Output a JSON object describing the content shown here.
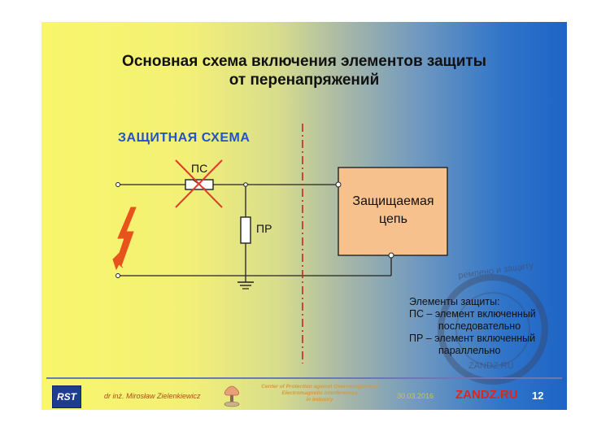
{
  "slide": {
    "title_line1": "Основная схема включения элементов защиты",
    "title_line2": "от перенапряжений",
    "scheme_label": "ЗАЩИТНАЯ  СХЕМА",
    "series_element_label": "ПС",
    "parallel_element_label": "ПР",
    "protected_circuit_line1": "Защищаемая",
    "protected_circuit_line2": "цепь",
    "legend_title": "Элементы защиты:",
    "legend_ps_line1": "ПС – элемент включенный",
    "legend_ps_line2": "последовательно",
    "legend_pr_line1": "ПР – элемент включенный",
    "legend_pr_line2": "параллельно"
  },
  "watermark": {
    "arc_text": "ремпено и защиту",
    "bottom_text": "ZANDZ.RU"
  },
  "footer": {
    "logo_text": "RST",
    "author": "dr inż. Mirosław Zielenkiewicz",
    "center_line1": "Center of Protection against Overvoltages and",
    "center_line2": "Electromagnetic Interferences",
    "center_line3": "in Industry",
    "date": "30.03.2016",
    "brand": "ZANDZ.RU",
    "page_number": "12"
  },
  "colors": {
    "scheme_label": "#2552c8",
    "protected_box": "#f7c18d",
    "lightning": "#e8521b",
    "cross": "#e03a2a",
    "divider": "#c0282a",
    "brand": "#e0261a"
  }
}
